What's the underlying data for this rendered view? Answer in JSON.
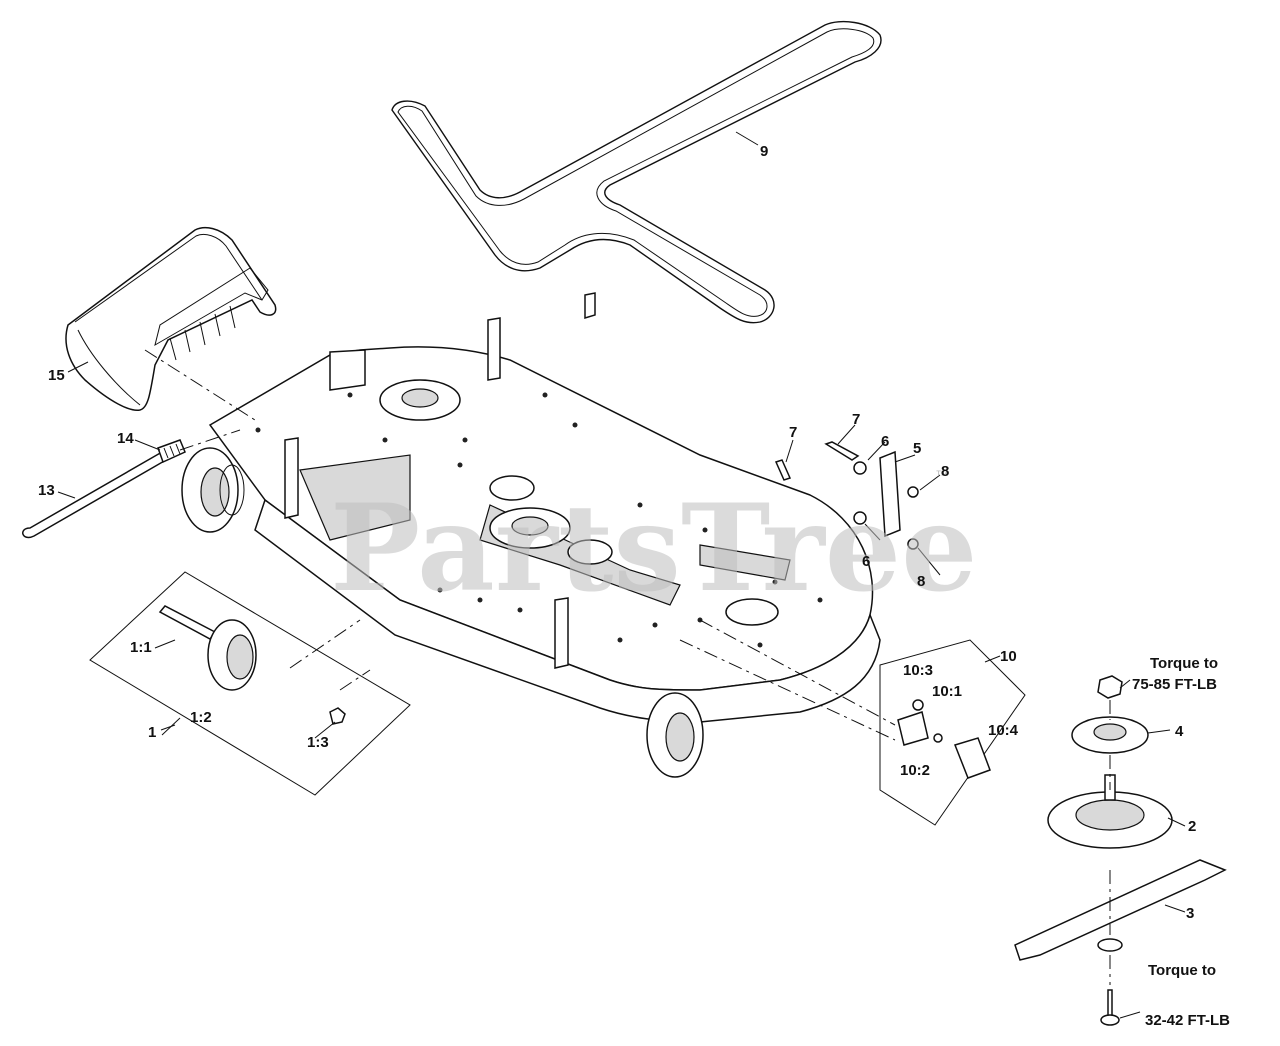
{
  "diagram": {
    "watermark": "PartsTree",
    "watermark_tm": "™",
    "callouts": {
      "c1": "1",
      "c1_1": "1:1",
      "c1_2": "1:2",
      "c1_3": "1:3",
      "c2": "2",
      "c3": "3",
      "c4": "4",
      "c5": "5",
      "c6a": "6",
      "c6b": "6",
      "c7a": "7",
      "c7b": "7",
      "c8a": "8",
      "c8b": "8",
      "c9": "9",
      "c10": "10",
      "c10_1": "10:1",
      "c10_2": "10:2",
      "c10_3": "10:3",
      "c10_4": "10:4",
      "c13": "13",
      "c14": "14",
      "c15": "15"
    },
    "torque_top": [
      "Torque to",
      "75-85 FT-LB"
    ],
    "torque_bottom": [
      "Torque to",
      "32-42 FT-LB"
    ]
  }
}
